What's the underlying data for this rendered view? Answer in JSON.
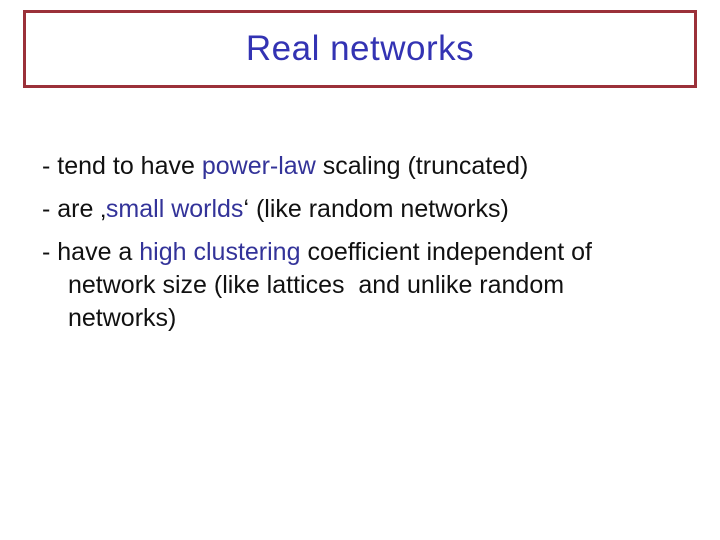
{
  "slide": {
    "title": "Real networks",
    "colors": {
      "background": "#ffffff",
      "title_text": "#3333b3",
      "accent_text": "#333399",
      "body_text": "#111111",
      "title_border": "#9b3139"
    },
    "bullets": [
      {
        "lines": [
          [
            {
              "text": "- tend to have ",
              "accent": false
            },
            {
              "text": "power-law",
              "accent": true
            },
            {
              "text": " scaling (truncated)",
              "accent": false
            }
          ]
        ]
      },
      {
        "lines": [
          [
            {
              "text": "- are ‚",
              "accent": false
            },
            {
              "text": "small worlds",
              "accent": true
            },
            {
              "text": "‘ (like random networks)",
              "accent": false
            }
          ]
        ]
      },
      {
        "lines": [
          [
            {
              "text": "- have a ",
              "accent": false
            },
            {
              "text": "high clustering",
              "accent": true
            },
            {
              "text": " coefficient independent of",
              "accent": false
            }
          ],
          [
            {
              "text": "network size (like lattices  and unlike random",
              "accent": false
            }
          ],
          [
            {
              "text": "networks)",
              "accent": false
            }
          ]
        ]
      }
    ]
  }
}
